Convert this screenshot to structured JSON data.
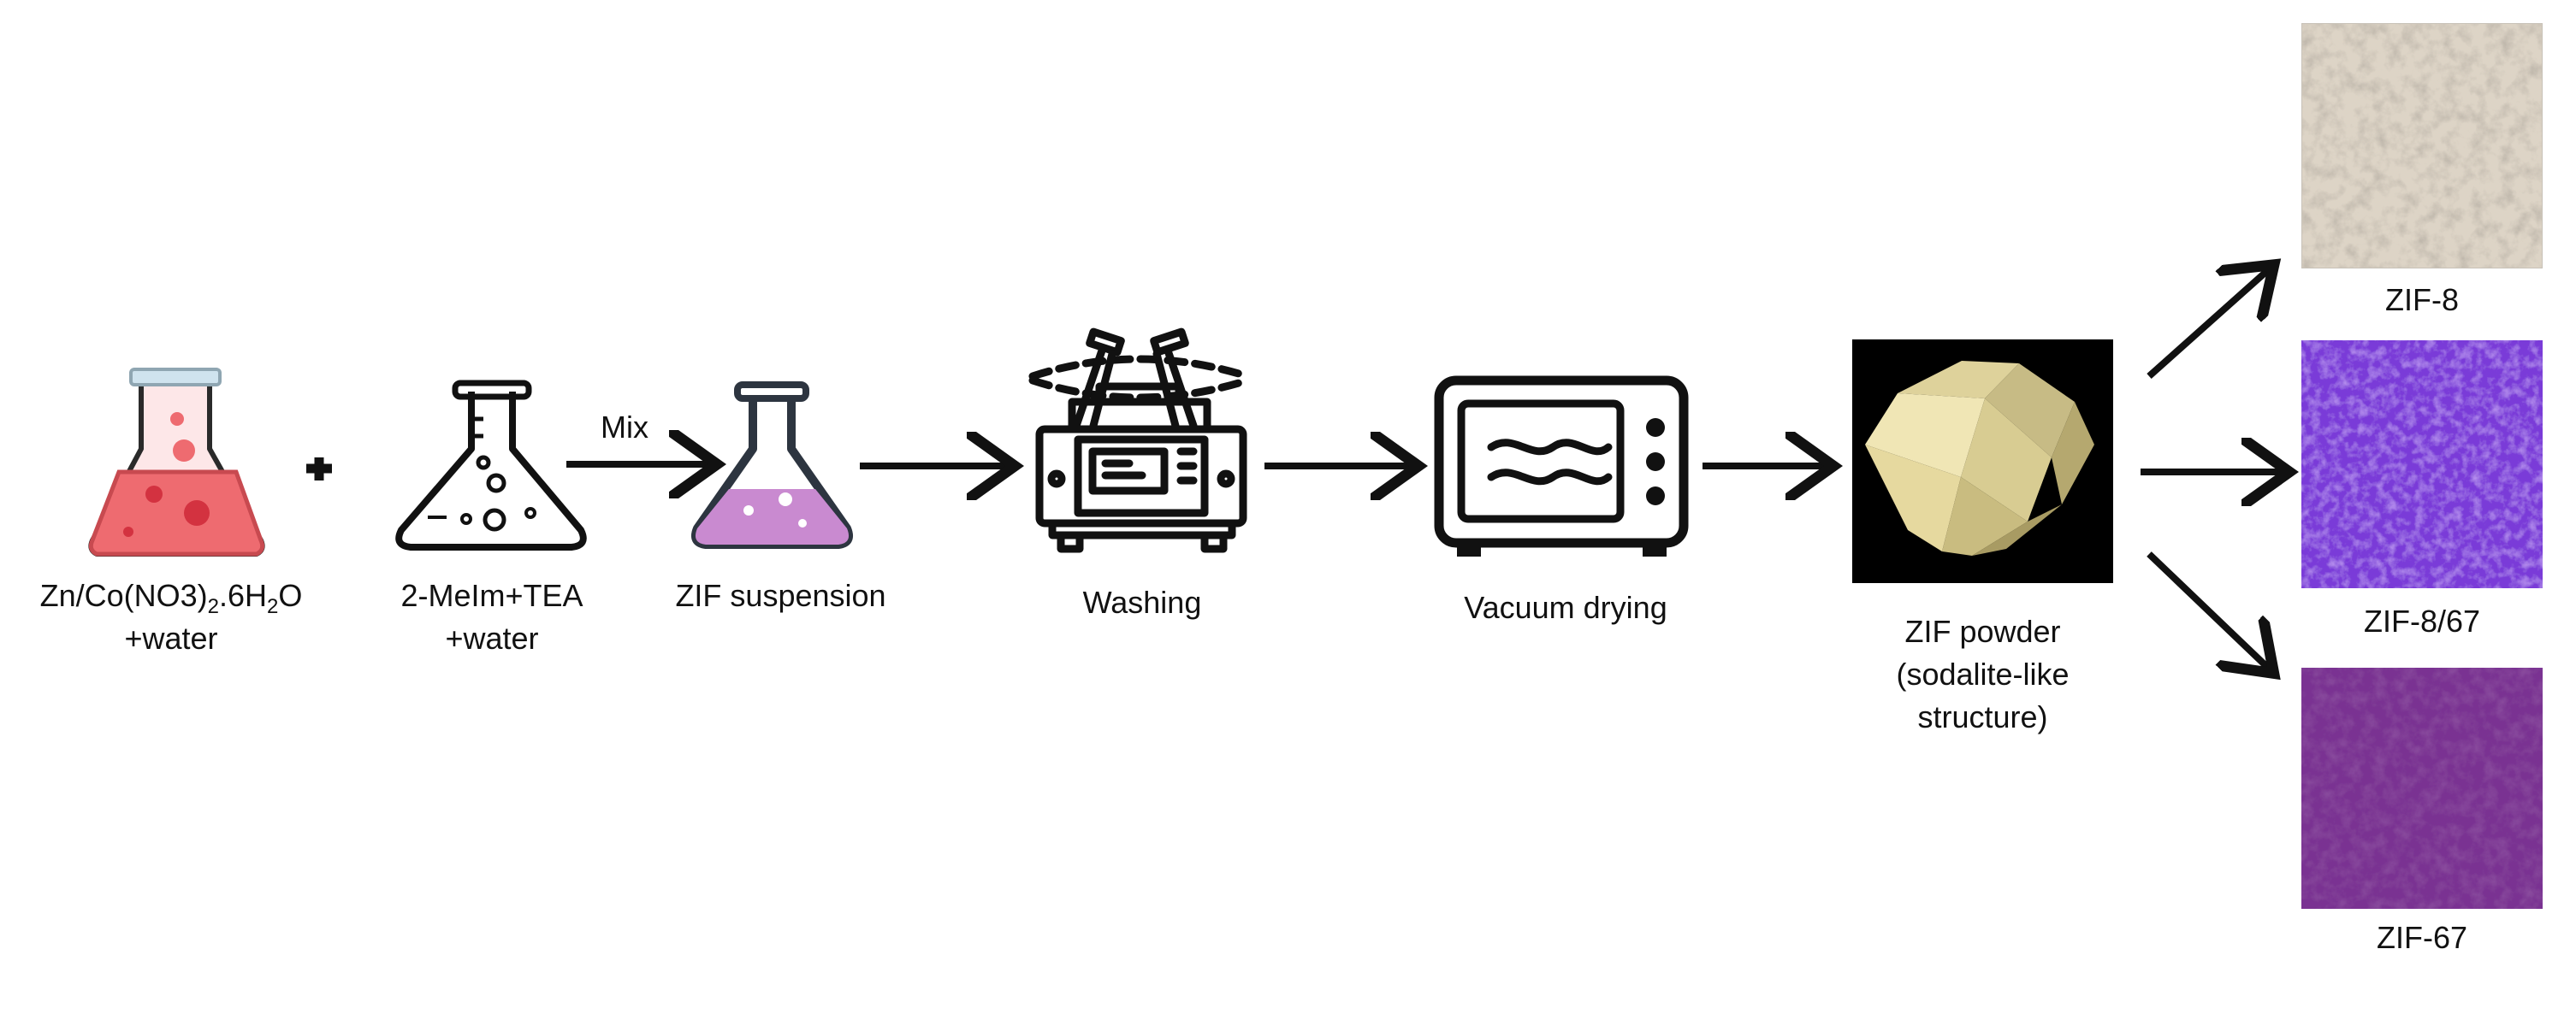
{
  "colors": {
    "stroke": "#111111",
    "red_flask": "#ee6b70",
    "red_dots": "#d33240",
    "pink_flask": "#c98ad0",
    "crystal": "#e9dfa8",
    "zif8_photo": "#ddd4c6",
    "zif8_67_photo": "#7a3ad8",
    "zif67_photo": "#7a3392"
  },
  "icons": [
    "red-flask-icon",
    "plus-icon",
    "empty-flask-icon",
    "pink-flask-icon",
    "centrifuge-icon",
    "oven-icon",
    "crystal-icon"
  ],
  "steps": {
    "reagent1": {
      "line1_a": "Zn/Co(NO3)",
      "line1_sub1": "2",
      "line1_b": ".6H",
      "line1_sub2": "2",
      "line1_c": "O",
      "line2": "+water"
    },
    "reagent2": {
      "line1": "2-MeIm+TEA",
      "line2": "+water"
    },
    "mix_label": "Mix",
    "suspension": "ZIF suspension",
    "washing": "Washing",
    "drying": "Vacuum drying",
    "powder": {
      "line1": "ZIF powder",
      "line2": "(sodalite-like",
      "line3": "structure)"
    }
  },
  "products": [
    {
      "label": "ZIF-8"
    },
    {
      "label": "ZIF-8/67"
    },
    {
      "label": "ZIF-67"
    }
  ]
}
